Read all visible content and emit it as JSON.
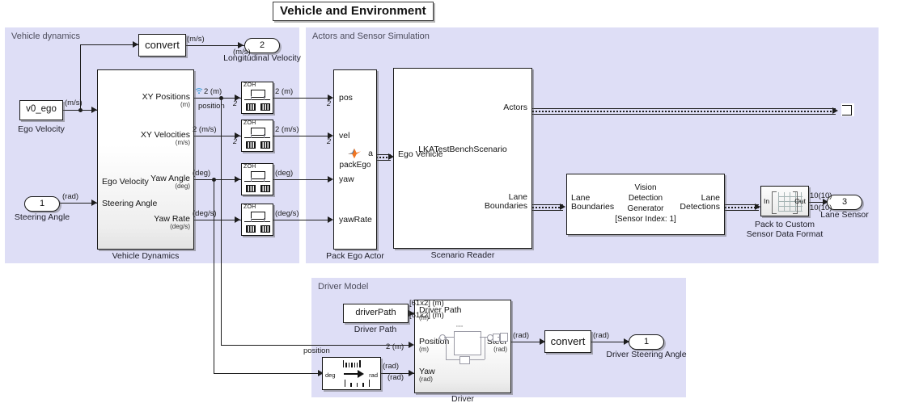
{
  "diagram": {
    "title": "Vehicle and Environment",
    "panel_color": "#dedef6",
    "wire_color": "#1d1d1d"
  },
  "panels": [
    {
      "id": "vehicle_dynamics",
      "label": "Vehicle dynamics"
    },
    {
      "id": "actors_sensor",
      "label": "Actors and Sensor Simulation"
    },
    {
      "id": "driver_model",
      "label": "Driver Model"
    }
  ],
  "blocks": {
    "ego_velocity_const": {
      "text": "v0_ego",
      "caption": "Ego Velocity"
    },
    "steering_angle_in": {
      "number": "1",
      "caption": "Steering Angle"
    },
    "convert_top": {
      "text": "convert"
    },
    "longitudinal_velocity_out": {
      "number": "2",
      "caption": "Longitudinal Velocity"
    },
    "vehicle_dynamics": {
      "caption": "Vehicle Dynamics",
      "inputs": [
        {
          "label": "Ego Velocity"
        },
        {
          "label": "Steering Angle"
        }
      ],
      "outputs": [
        {
          "label": "XY Positions",
          "unit": "(m)"
        },
        {
          "label": "XY Velocities",
          "unit": "(m/s)"
        },
        {
          "label": "Yaw Angle",
          "unit": "(deg)"
        },
        {
          "label": "Yaw Rate",
          "unit": "(deg/s)"
        }
      ]
    },
    "zoh": {
      "label": "ZOH"
    },
    "pack_ego_actor": {
      "caption": "Pack Ego Actor",
      "fcn_label": "packEgo",
      "inputs": [
        {
          "label": "pos"
        },
        {
          "label": "vel"
        },
        {
          "label": "yaw"
        },
        {
          "label": "yawRate"
        }
      ],
      "output": {
        "label": "a"
      }
    },
    "scenario_reader": {
      "caption": "Scenario Reader",
      "center_text": "LKATestBenchScenario",
      "input": {
        "label": "Ego Vehicle"
      },
      "outputs": [
        {
          "label": "Actors"
        },
        {
          "label": "Lane\nBoundaries"
        }
      ],
      "lane_boundaries_line1": "Lane",
      "lane_boundaries_line2": "Boundaries"
    },
    "vision_detection_generator": {
      "center_line1": "Vision",
      "center_line2": "Detection",
      "center_line3": "Generator",
      "center_line4": "[Sensor Index: 1]",
      "input_line1": "Lane",
      "input_line2": "Boundaries",
      "output_line1": "Lane",
      "output_line2": "Detections"
    },
    "pack_to_custom": {
      "caption_line1": "Pack to Custom",
      "caption_line2": "Sensor Data Format",
      "in_label": "In",
      "out_label": "Out"
    },
    "lane_sensor_out": {
      "number": "3",
      "caption": "Lane Sensor"
    },
    "driver_path_const": {
      "text": "driverPath",
      "caption": "Driver Path"
    },
    "deg_to_rad": {
      "in_label": "deg",
      "out_label": "rad"
    },
    "driver": {
      "caption": "Driver",
      "inputs": [
        {
          "label": "Driver Path",
          "unit": "(m)"
        },
        {
          "label": "Position",
          "unit": "(m)"
        },
        {
          "label": "Yaw",
          "unit": "(rad)"
        }
      ],
      "output": {
        "label": "Steer",
        "unit": "(rad)"
      }
    },
    "convert_bottom": {
      "text": "convert"
    },
    "driver_steering_angle_out": {
      "number": "1",
      "caption": "Driver Steering Angle"
    }
  },
  "signal_labels": {
    "ego_vel_ms": "(m/s)",
    "convert_out_ms": "(m/s)",
    "long_vel_ms": "(m/s)",
    "steering_rad": "(rad)",
    "xy_pos_2m": "2 (m)",
    "position_name": "position",
    "zoh_pos_out": "2 (m)",
    "xy_vel_2ms": "2 (m/s)",
    "zoh_vel_out": "2 (m/s)",
    "yaw_deg": "(deg)",
    "zoh_yaw_out": "(deg)",
    "yawrate_degs": "(deg/s)",
    "zoh_yawrate_out": "(deg/s)",
    "width_2": "2",
    "driverpath_dim_1": "[61x2] (m)",
    "driverpath_dim_2": "[61x2] (m)",
    "position_name_bottom": "position",
    "position_2m": "2 (m)",
    "degrad_out_rad": "(rad)",
    "yaw_in_rad": "(rad)",
    "steer_rad": "(rad)",
    "convert_bottom_out_rad": "(rad)",
    "lane_sensor_dim_1": "10(10)",
    "lane_sensor_dim_2": "10(10)"
  },
  "icons": {
    "radio": "wireless-signal-icon",
    "matlab": "matlab-function-icon",
    "terminator": "terminator-icon"
  }
}
